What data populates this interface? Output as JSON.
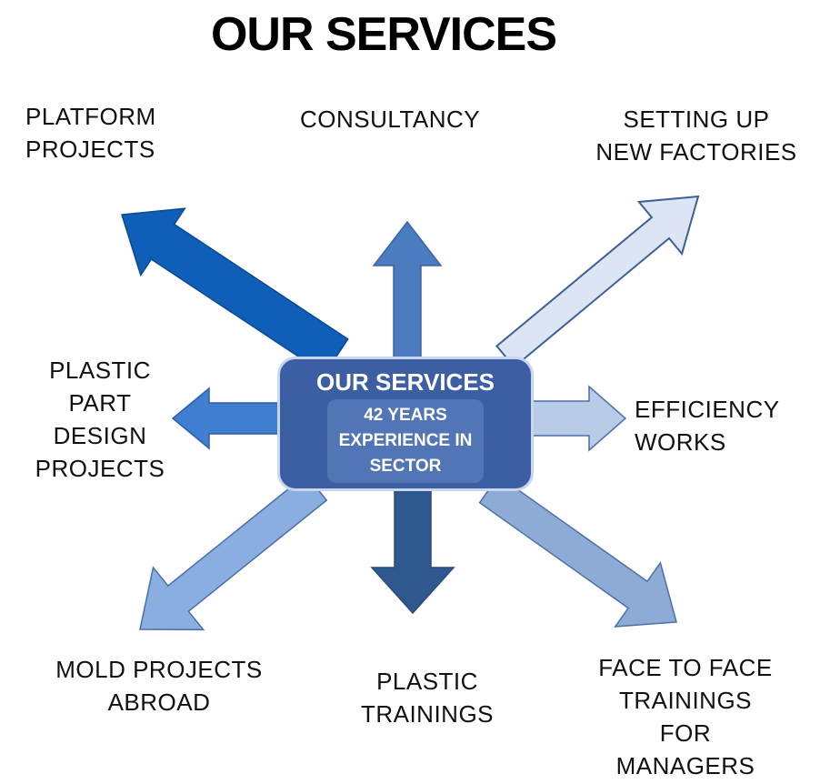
{
  "title": "OUR SERVICES",
  "hub": {
    "title": "OUR SERVICES",
    "subtitle_lines": [
      "42 YEARS",
      "EXPERIENCE IN",
      "SECTOR"
    ],
    "color": "#3c5fa4"
  },
  "services": [
    {
      "lines": [
        "PLATFORM",
        "PROJECTS"
      ],
      "arrow_color": "#0f5fb8"
    },
    {
      "lines": [
        "CONSULTANCY"
      ],
      "arrow_color": "#4c7cc0"
    },
    {
      "lines": [
        "SETTING UP",
        "NEW FACTORIES"
      ],
      "arrow_color": "#dbe5f3"
    },
    {
      "lines": [
        "EFFICIENCY",
        "WORKS"
      ],
      "arrow_color": "#b8cce6"
    },
    {
      "lines": [
        "FACE TO FACE",
        "TRAININGS",
        "FOR",
        "MANAGERS"
      ],
      "arrow_color": "#8eabd6"
    },
    {
      "lines": [
        "PLASTIC",
        "TRAININGS"
      ],
      "arrow_color": "#2f5891"
    },
    {
      "lines": [
        "MOLD PROJECTS",
        "ABROAD"
      ],
      "arrow_color": "#8aaee0"
    },
    {
      "lines": [
        "PLASTIC",
        "PART",
        "DESIGN",
        "PROJECTS"
      ],
      "arrow_color": "#3f7ed0"
    }
  ]
}
